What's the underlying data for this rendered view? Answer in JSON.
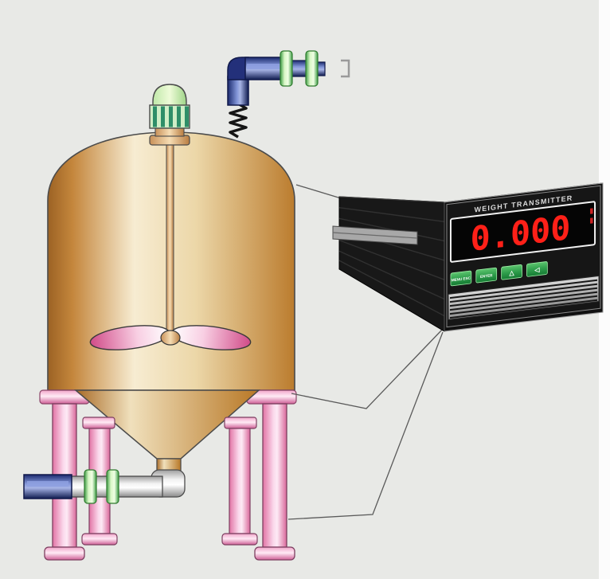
{
  "background": {
    "color": "#e8e9e6",
    "right_strip_color": "#fcfcfc"
  },
  "device": {
    "kind": "panel-mount digital weight indicator",
    "title": "WEIGHT TRANSMITTER",
    "display_value": "0.000",
    "display_color": "#ff2018",
    "body_color": "#121212",
    "buttons": [
      {
        "label": "MENU ESC"
      },
      {
        "label": "ENTER"
      },
      {
        "label": "△"
      },
      {
        "label": "◁"
      }
    ]
  },
  "illustration": {
    "subject": "mixing tank with agitator on load cells wired to weight transmitter",
    "components": [
      "agitator-motor",
      "mixing-tank",
      "impeller",
      "discharge-cone",
      "support-legs",
      "inlet-pipe",
      "discharge-pipe",
      "load-cell-cables"
    ],
    "tank_color": "#d9a458",
    "leg_color": "#f2a8cc",
    "pipe_blue": "#27357f",
    "flange_green": "#8ed474",
    "pipe_gray": "#d8d8d8"
  }
}
